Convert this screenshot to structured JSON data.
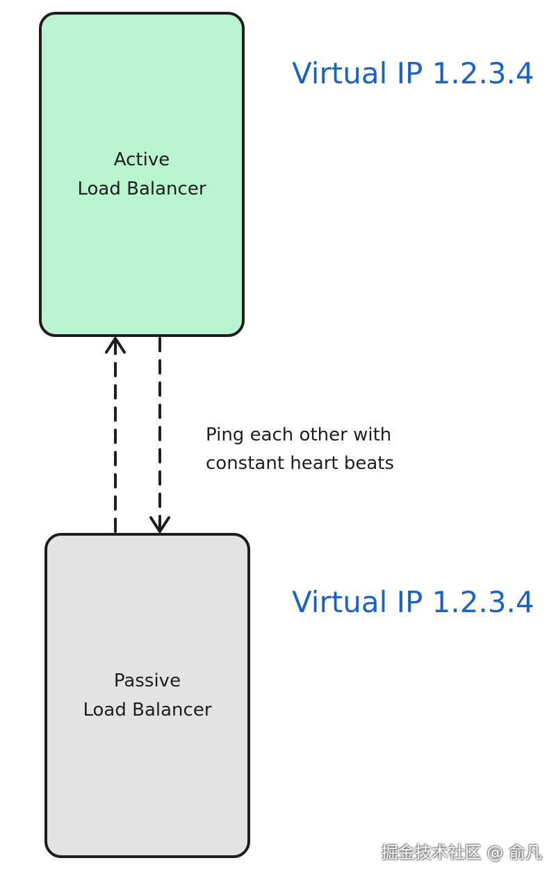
{
  "nodes": {
    "active": {
      "line1": "Active",
      "line2": "Load Balancer",
      "color": "#b9f3cf"
    },
    "passive": {
      "line1": "Passive",
      "line2": "Load Balancer",
      "color": "#e3e3e3"
    }
  },
  "labels": {
    "virtual_ip_top": "Virtual IP 1.2.3.4",
    "virtual_ip_bottom": "Virtual IP 1.2.3.4",
    "note_line1": "Ping each other with",
    "note_line2": "constant heart beats"
  },
  "watermark": "掘金技术社区 @ 俞凡",
  "colors": {
    "accent_text": "#1c62c0",
    "stroke": "#1e1e1e"
  }
}
